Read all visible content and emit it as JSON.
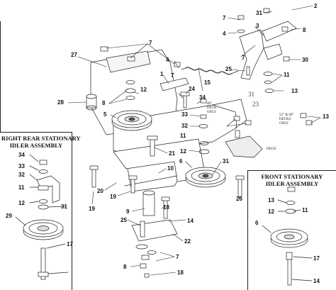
{
  "sections": {
    "right_rear_title_line1": "RIGHT REAR STATIONARY",
    "right_rear_title_line2": "IDLER ASSEMBLY",
    "front_title_line1": "FRONT STATIONARY",
    "front_title_line2": "IDLER ASSEMBLY"
  },
  "notes": {
    "deck48_line1": "48\"",
    "deck48_line2": "DECK",
    "deck48_line3": "ONLY",
    "deck52_line1": "52\" & 60\"",
    "deck52_line2": "DECKS",
    "deck52_line3": "ONLY",
    "deck_label": "DECK",
    "ref31": "31",
    "ref23": "23"
  },
  "callouts": {
    "c2": "2",
    "c31a": "31",
    "c7a": "7",
    "c3": "3",
    "c4a": "4",
    "c8a": "8",
    "c7b": "7",
    "c27": "27",
    "c4b": "4",
    "c7c": "7",
    "c30": "30",
    "c25a": "25",
    "c11a": "11",
    "c1": "1",
    "c7d": "7",
    "c13a": "13",
    "c12a": "12",
    "c24": "24",
    "c15": "15",
    "c28": "28",
    "c34a": "34",
    "c8b": "8",
    "c5": "5",
    "c33a": "33",
    "c32a": "32",
    "c13b": "13",
    "c11b": "11",
    "c21": "21",
    "c12b": "12",
    "c6a": "6",
    "c31b": "31",
    "c10": "10",
    "c20": "20",
    "c19a": "19",
    "c19b": "19",
    "c18a": "18",
    "c26": "26",
    "c9": "9",
    "c25b": "25",
    "c14a": "14",
    "c22": "22",
    "c7e": "7",
    "c8c": "8",
    "c18b": "18",
    "rr34": "34",
    "rr33": "33",
    "rr32": "32",
    "rr11": "11",
    "rr12": "12",
    "rr31": "31",
    "rr29": "29",
    "rr17": "17",
    "fr13": "13",
    "fr12": "12",
    "fr11": "11",
    "fr6": "6",
    "fr17": "17",
    "fr14": "14"
  }
}
